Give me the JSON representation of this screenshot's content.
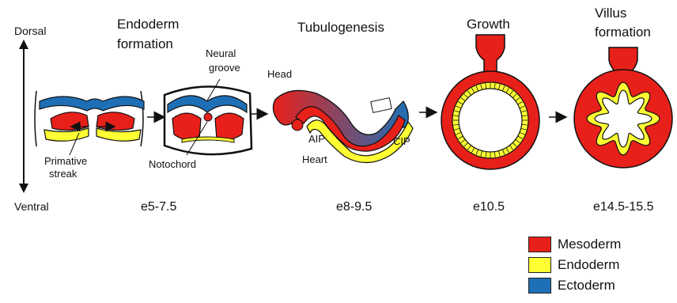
{
  "axis": {
    "top": "Dorsal",
    "bottom": "Ventral"
  },
  "stages": [
    {
      "title_lines": [
        "Endoderm",
        "formation"
      ],
      "age": "e5-7.5"
    },
    {
      "title_lines": [
        "Tubulogenesis"
      ],
      "age": "e8-9.5"
    },
    {
      "title_lines": [
        "Growth"
      ],
      "age": "e10.5"
    },
    {
      "title_lines": [
        "Villus",
        "formation"
      ],
      "age": "e14.5-15.5"
    }
  ],
  "annotations": {
    "neural_groove": [
      "Neural",
      "groove"
    ],
    "primitive_streak": [
      "Primative",
      "streak"
    ],
    "notochord": "Notochord",
    "head": "Head",
    "aip": "AIP",
    "heart": "Heart",
    "cip": "CIP"
  },
  "legend": [
    {
      "label": "Mesoderm",
      "color": "#e8201a"
    },
    {
      "label": "Endoderm",
      "color": "#ffff33"
    },
    {
      "label": "Ectoderm",
      "color": "#1e6fb5"
    }
  ],
  "colors": {
    "mesoderm": "#e8201a",
    "endoderm": "#ffff33",
    "ectoderm": "#1e6fb5",
    "outline": "#111111"
  }
}
